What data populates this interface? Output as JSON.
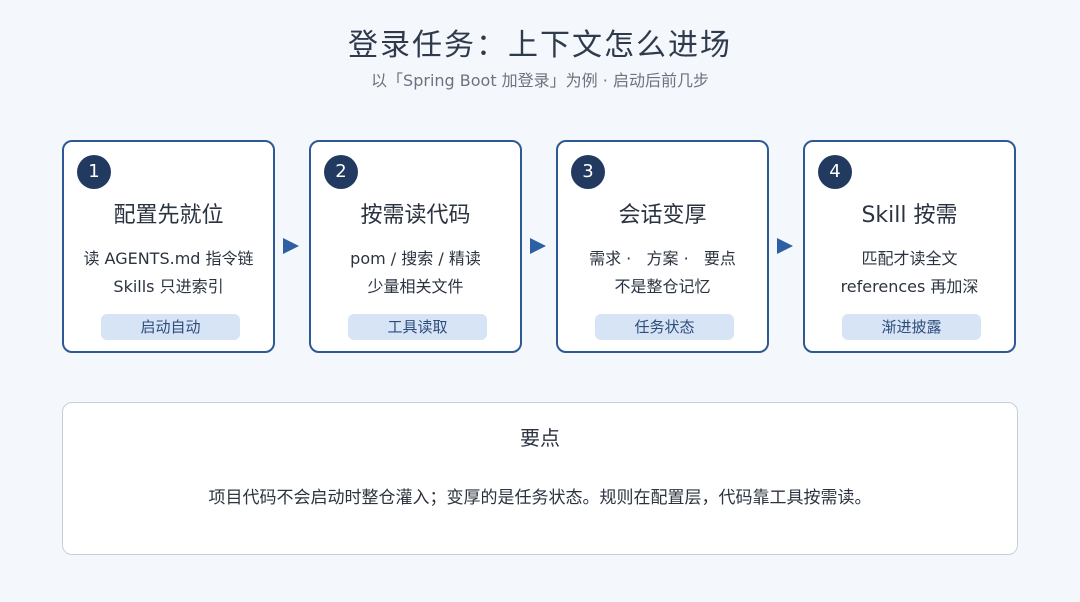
{
  "header": {
    "title": "登录任务：上下文怎么进场",
    "subtitle": "以「Spring Boot 加登录」为例 ·   启动后前几步"
  },
  "steps": [
    {
      "number": "1",
      "title": "配置先就位",
      "line1": "读 AGENTS.md 指令链",
      "line2": "Skills 只进索引",
      "tag": "启动自动"
    },
    {
      "number": "2",
      "title": "按需读代码",
      "line1": "pom / 搜索 / 精读",
      "line2": "少量相关文件",
      "tag": "工具读取"
    },
    {
      "number": "3",
      "title": "会话变厚",
      "line1": "需求 ·   方案 ·   要点",
      "line2": "不是整仓记忆",
      "tag": "任务状态"
    },
    {
      "number": "4",
      "title": "Skill 按需",
      "line1": "匹配才读全文",
      "line2": "references 再加深",
      "tag": "渐进披露"
    }
  ],
  "keypoints": {
    "title": "要点",
    "text": "项目代码不会启动时整仓灌入；变厚的是任务状态。规则在配置层，代码靠工具按需读。"
  },
  "colors": {
    "accent": "#2d5a94",
    "number_badge": "#223a60",
    "tag_bg": "#d6e4f5",
    "background": "#f4f7fb"
  }
}
